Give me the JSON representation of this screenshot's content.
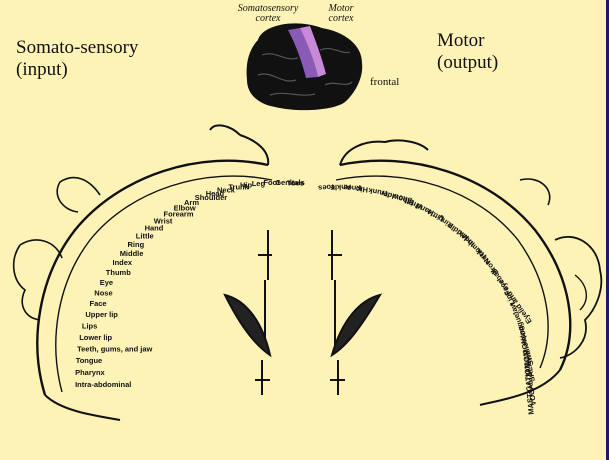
{
  "labels": {
    "sensory_line1": "Somato-sensory",
    "sensory_line2": "(input)",
    "motor_line1": "Motor",
    "motor_line2": "(output)",
    "brain_sensory_1": "Somatosensory",
    "brain_sensory_2": "cortex",
    "brain_motor_1": "Motor",
    "brain_motor_2": "cortex",
    "frontal": "frontal"
  },
  "sensory_homunculus": [
    "Toes",
    "Genitals",
    "Foot",
    "Leg",
    "Hip",
    "Trunk",
    "Neck",
    "Head",
    "Shoulder",
    "Arm",
    "Elbow",
    "Forearm",
    "Wrist",
    "Hand",
    "Little",
    "Ring",
    "Middle",
    "Index",
    "Thumb",
    "Eye",
    "Nose",
    "Face",
    "Upper lip",
    "Lips",
    "Lower lip",
    "Teeth, gums, and jaw",
    "Tongue",
    "Pharynx",
    "Intra-abdominal"
  ],
  "motor_homunculus": [
    "Toes",
    "Ankle",
    "Knee",
    "Hip",
    "Trunk",
    "Shoulder",
    "Elbow",
    "Wrist",
    "Hand",
    "Little",
    "Ring",
    "Middle",
    "Index",
    "Thumb",
    "Neck",
    "Brow",
    "Eyelid and eyeball",
    "Face",
    "Lips",
    "Jaw",
    "Tongue",
    "Swallowing",
    "SALIVATION",
    "VOCALIZATION",
    "MASTICATION"
  ],
  "colors": {
    "background": "#fdf3b6",
    "frame": "#000033",
    "sensory_strip": "#8a5ab8",
    "motor_strip": "#c68ad8"
  }
}
